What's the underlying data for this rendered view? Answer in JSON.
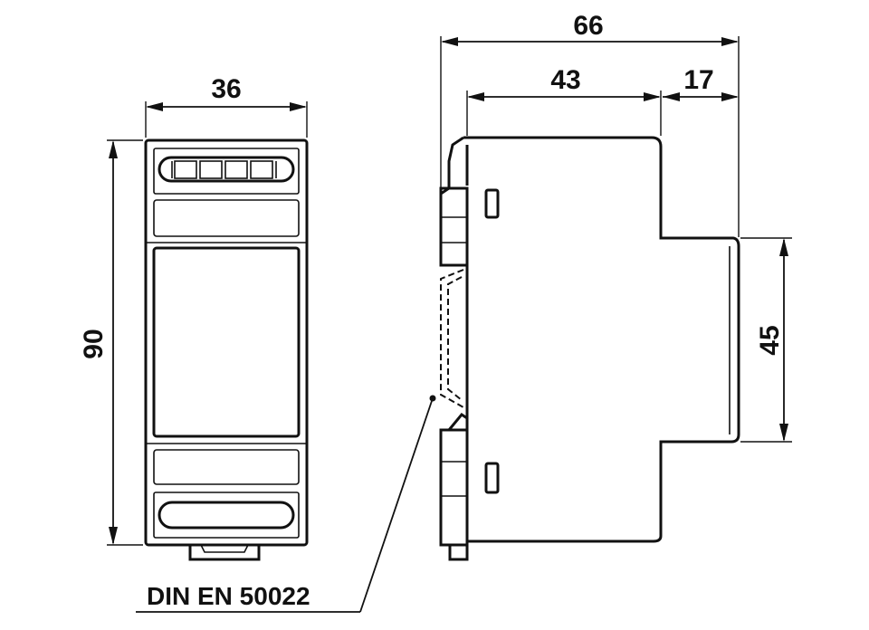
{
  "dimensions": {
    "front_width": "36",
    "front_height": "90",
    "side_total_depth": "66",
    "side_body_depth": "43",
    "side_step_depth": "17",
    "side_step_height": "45"
  },
  "callout": {
    "rail_standard": "DIN EN 50022"
  },
  "colors": {
    "line": "#111111",
    "background": "#ffffff"
  }
}
